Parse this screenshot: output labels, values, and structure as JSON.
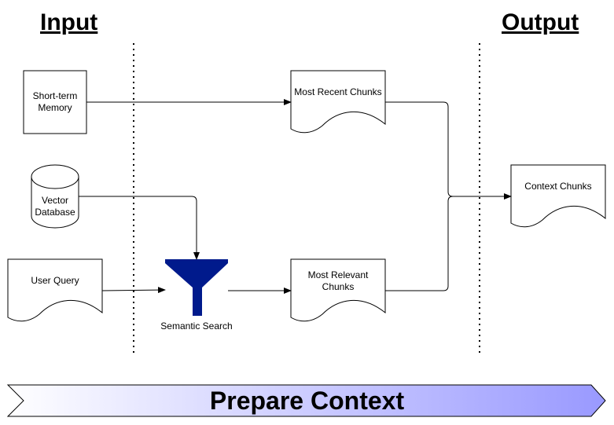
{
  "headings": {
    "input": "Input",
    "output": "Output"
  },
  "nodes": {
    "short_term_memory": "Short-term Memory",
    "vector_database": "Vector Database",
    "user_query": "User Query",
    "semantic_search": "Semantic Search",
    "most_recent_chunks": "Most Recent Chunks",
    "most_relevant_chunks": "Most Relevant Chunks",
    "context_chunks": "Context Chunks"
  },
  "banner": {
    "title": "Prepare Context"
  },
  "colors": {
    "funnel": "#001a8c",
    "banner_start": "#ffffff",
    "banner_end": "#9999ff"
  }
}
